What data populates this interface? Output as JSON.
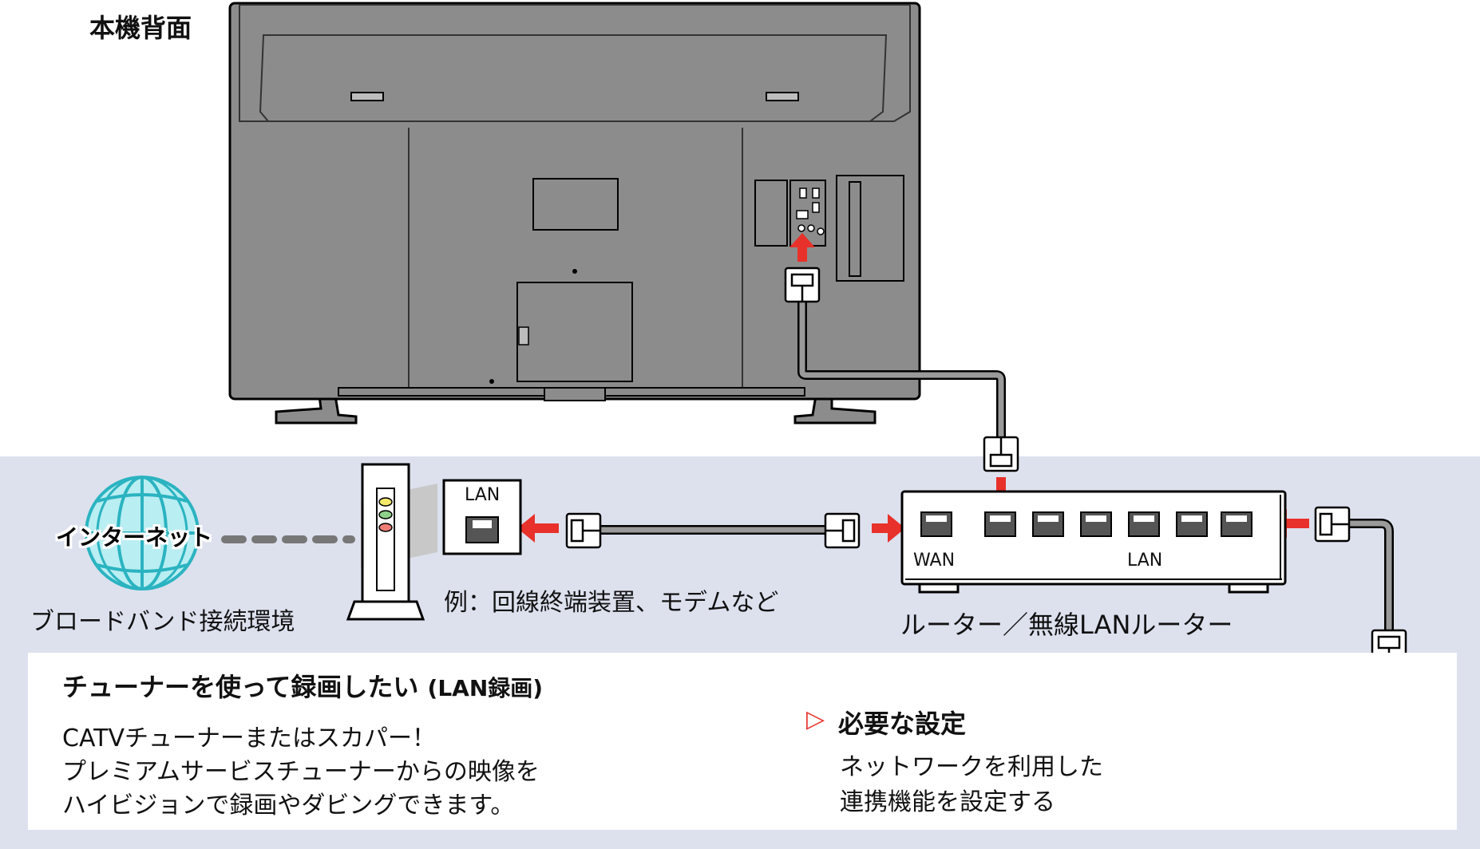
{
  "labels": {
    "tv_rear": "本機背面",
    "internet": "インターネット",
    "broadband": "ブロードバンド接続環境",
    "modem_example": "例：回線終端装置、モデムなど",
    "router": "ルーター／無線LANルーター",
    "modem_port": "LAN",
    "router_wan": "WAN",
    "router_lan": "LAN"
  },
  "info": {
    "title": "チューナーを使って録画したい",
    "title_sub": "(LAN録画)",
    "body": [
      "CATVチューナーまたはスカパー！",
      "プレミアムサービスチューナーからの映像を",
      "ハイビジョンで録画やダビングできます。"
    ],
    "settings_marker": "▷",
    "settings_title": "必要な設定",
    "settings_body": [
      "ネットワークを利用した",
      "連携機能を設定する"
    ]
  },
  "colors": {
    "band": "#dde1ee",
    "tv_body": "#8c8c8c",
    "arrow": "#e8312a",
    "globe": "#2bb3c0",
    "cable": "#888888"
  }
}
